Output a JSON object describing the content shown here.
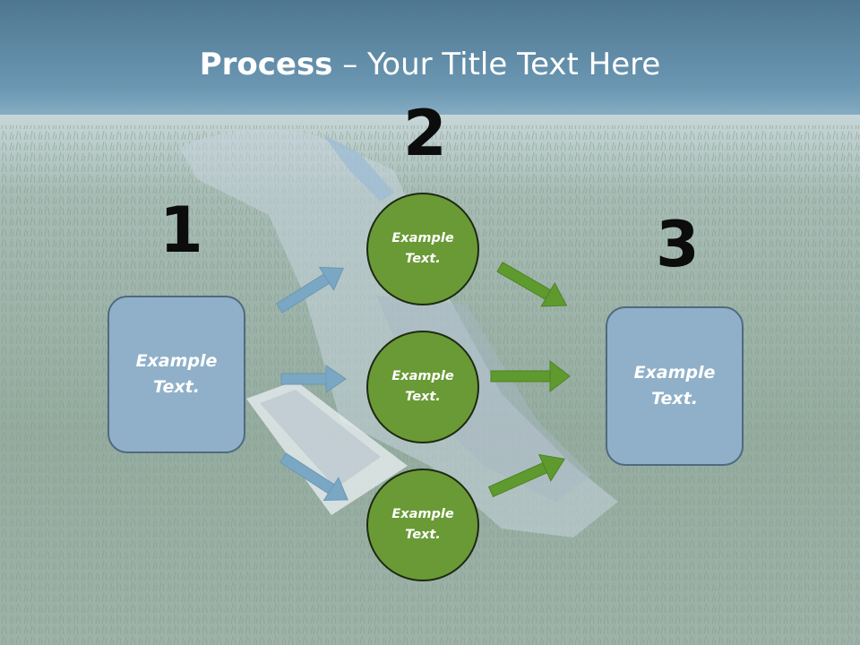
{
  "slide": {
    "title_bold": "Process",
    "title_rest": " – Your Title Text Here"
  },
  "steps": {
    "one": {
      "number": "1",
      "box_text_1": "Example",
      "box_text_2": "Text."
    },
    "two": {
      "number": "2",
      "circles": [
        {
          "line1": "Example",
          "line2": "Text."
        },
        {
          "line1": "Example",
          "line2": "Text."
        },
        {
          "line1": "Example",
          "line2": "Text."
        }
      ]
    },
    "three": {
      "number": "3",
      "box_text_1": "Example",
      "box_text_2": "Text."
    }
  },
  "colors": {
    "box_fill": "#8fb0c8",
    "circle_fill": "#6a9a36",
    "blue_arrow": "#7aa7c4",
    "green_arrow": "#5f9a2e"
  }
}
